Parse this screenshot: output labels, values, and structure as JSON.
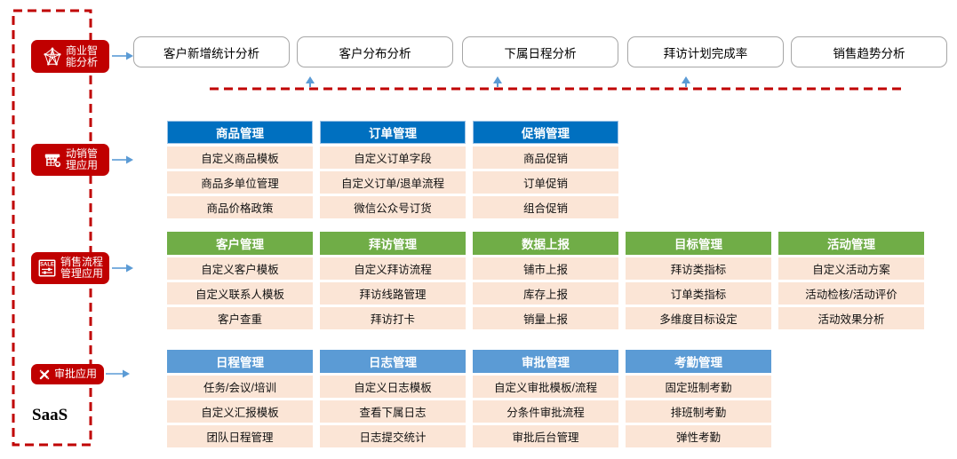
{
  "palette": {
    "brand_red": "#C00000",
    "cell_peach": "#FBE5D6",
    "header_blue_dark": "#0070C0",
    "header_blue_dark_edge": "#9DC3E6",
    "header_green": "#70AD47",
    "header_blue_light": "#5B9BD5",
    "arrow_blue": "#5B9BD5",
    "bi_box_border": "#A6A6A6"
  },
  "saas_label": "SaaS",
  "modules": [
    {
      "label": "商业智能分析",
      "lines": [
        "商业智",
        "能分析"
      ],
      "icon": "network-graph-icon"
    },
    {
      "label": "动销管理应用",
      "lines": [
        "动销管",
        "理应用"
      ],
      "icon": "storefront-icon"
    },
    {
      "label": "销售流程管理应用",
      "lines": [
        "销售流程",
        "管理应用"
      ],
      "icon": "sale-sliders-icon"
    },
    {
      "label": "审批应用",
      "lines": [
        "审批应用"
      ],
      "icon": "crossed-tools-icon"
    }
  ],
  "bi_boxes": [
    "客户新增统计分析",
    "客户分布分析",
    "下属日程分析",
    "拜访计划完成率",
    "销售趋势分析"
  ],
  "sections": [
    {
      "id": "merchandising-apps",
      "header_color": "#0070C0",
      "header_border": "#9DC3E6",
      "columns": [
        {
          "header": "商品管理",
          "items": [
            "自定义商品模板",
            "商品多单位管理",
            "商品价格政策"
          ]
        },
        {
          "header": "订单管理",
          "items": [
            "自定义订单字段",
            "自定义订单/退单流程",
            "微信公众号订货"
          ]
        },
        {
          "header": "促销管理",
          "items": [
            "商品促销",
            "订单促销",
            "组合促销"
          ]
        }
      ]
    },
    {
      "id": "sales-process-apps",
      "header_color": "#70AD47",
      "header_border": "",
      "columns": [
        {
          "header": "客户管理",
          "items": [
            "自定义客户模板",
            "自定义联系人模板",
            "客户查重"
          ]
        },
        {
          "header": "拜访管理",
          "items": [
            "自定义拜访流程",
            "拜访线路管理",
            "拜访打卡"
          ]
        },
        {
          "header": "数据上报",
          "items": [
            "铺市上报",
            "库存上报",
            "销量上报"
          ]
        },
        {
          "header": "目标管理",
          "items": [
            "拜访类指标",
            "订单类指标",
            "多维度目标设定"
          ]
        },
        {
          "header": "活动管理",
          "items": [
            "自定义活动方案",
            "活动检核/活动评价",
            "活动效果分析"
          ]
        }
      ]
    },
    {
      "id": "approval-apps",
      "header_color": "#5B9BD5",
      "header_border": "",
      "columns": [
        {
          "header": "日程管理",
          "items": [
            "任务/会议/培训",
            "自定义汇报模板",
            "团队日程管理"
          ]
        },
        {
          "header": "日志管理",
          "items": [
            "自定义日志模板",
            "查看下属日志",
            "日志提交统计"
          ]
        },
        {
          "header": "审批管理",
          "items": [
            "自定义审批模板/流程",
            "分条件审批流程",
            "审批后台管理"
          ]
        },
        {
          "header": "考勤管理",
          "items": [
            "固定班制考勤",
            "排班制考勤",
            "弹性考勤"
          ]
        }
      ]
    }
  ]
}
